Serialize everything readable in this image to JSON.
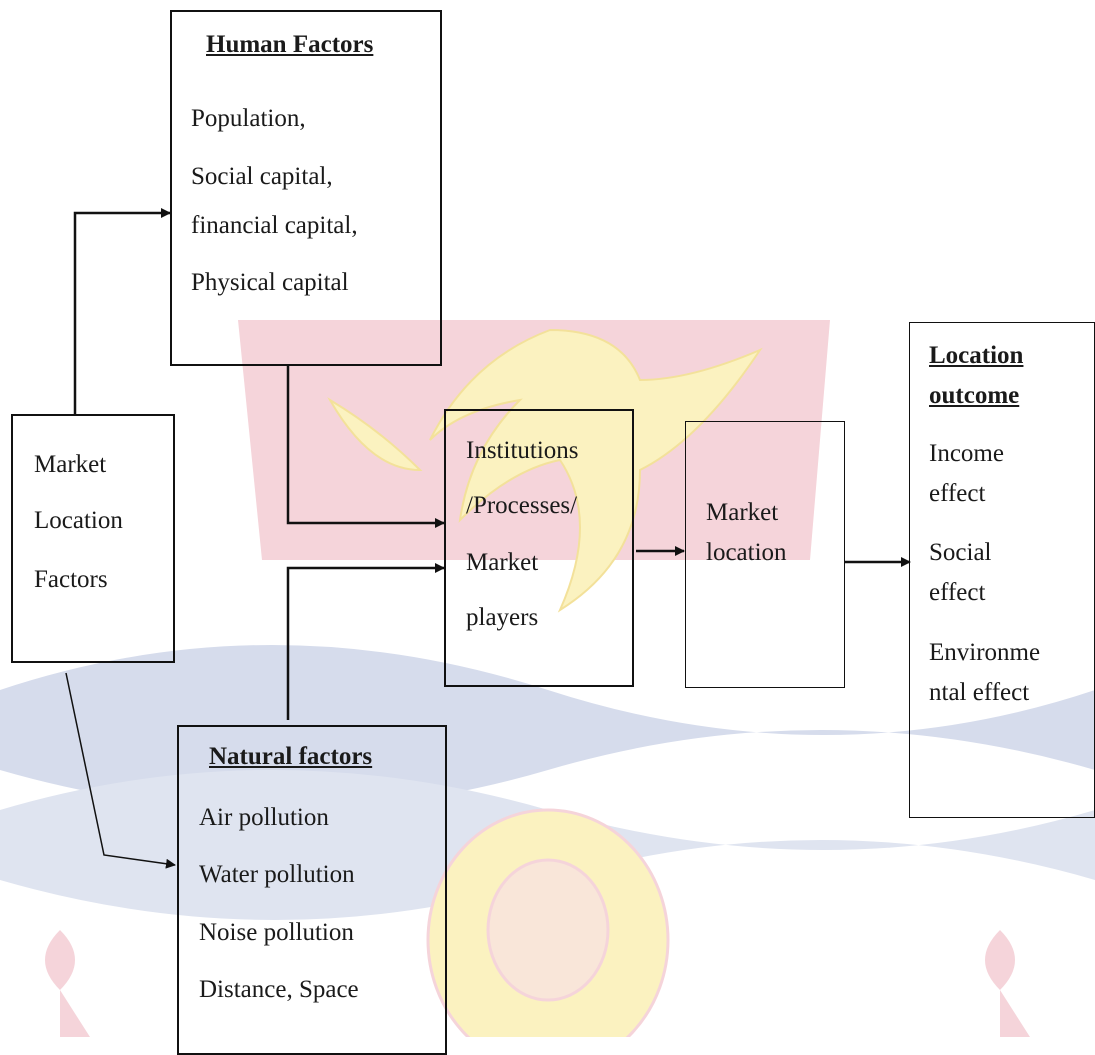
{
  "watermark": {
    "colors": {
      "red": "#f5d4da",
      "yellow": "#fbf2c0",
      "blue": "#d6dcec"
    }
  },
  "human_factors": {
    "title": "Human Factors",
    "items": [
      "Population,",
      "Social capital,",
      "financial capital,",
      "Physical capital"
    ]
  },
  "market_location_factors": {
    "lines": [
      "Market",
      "Location",
      "Factors"
    ]
  },
  "natural_factors": {
    "title": "Natural factors",
    "items": [
      "Air pollution",
      "Water pollution",
      "Noise pollution",
      "Distance, Space"
    ]
  },
  "institutions": {
    "lines": [
      "Institutions",
      "/Processes/",
      "Market",
      "players"
    ]
  },
  "market_location": {
    "lines": [
      "Market",
      "location"
    ]
  },
  "location_outcome": {
    "title_lines": [
      "Location",
      "outcome"
    ],
    "items": [
      "Income",
      "effect",
      "Social",
      "effect",
      "Environme",
      "ntal effect"
    ]
  }
}
